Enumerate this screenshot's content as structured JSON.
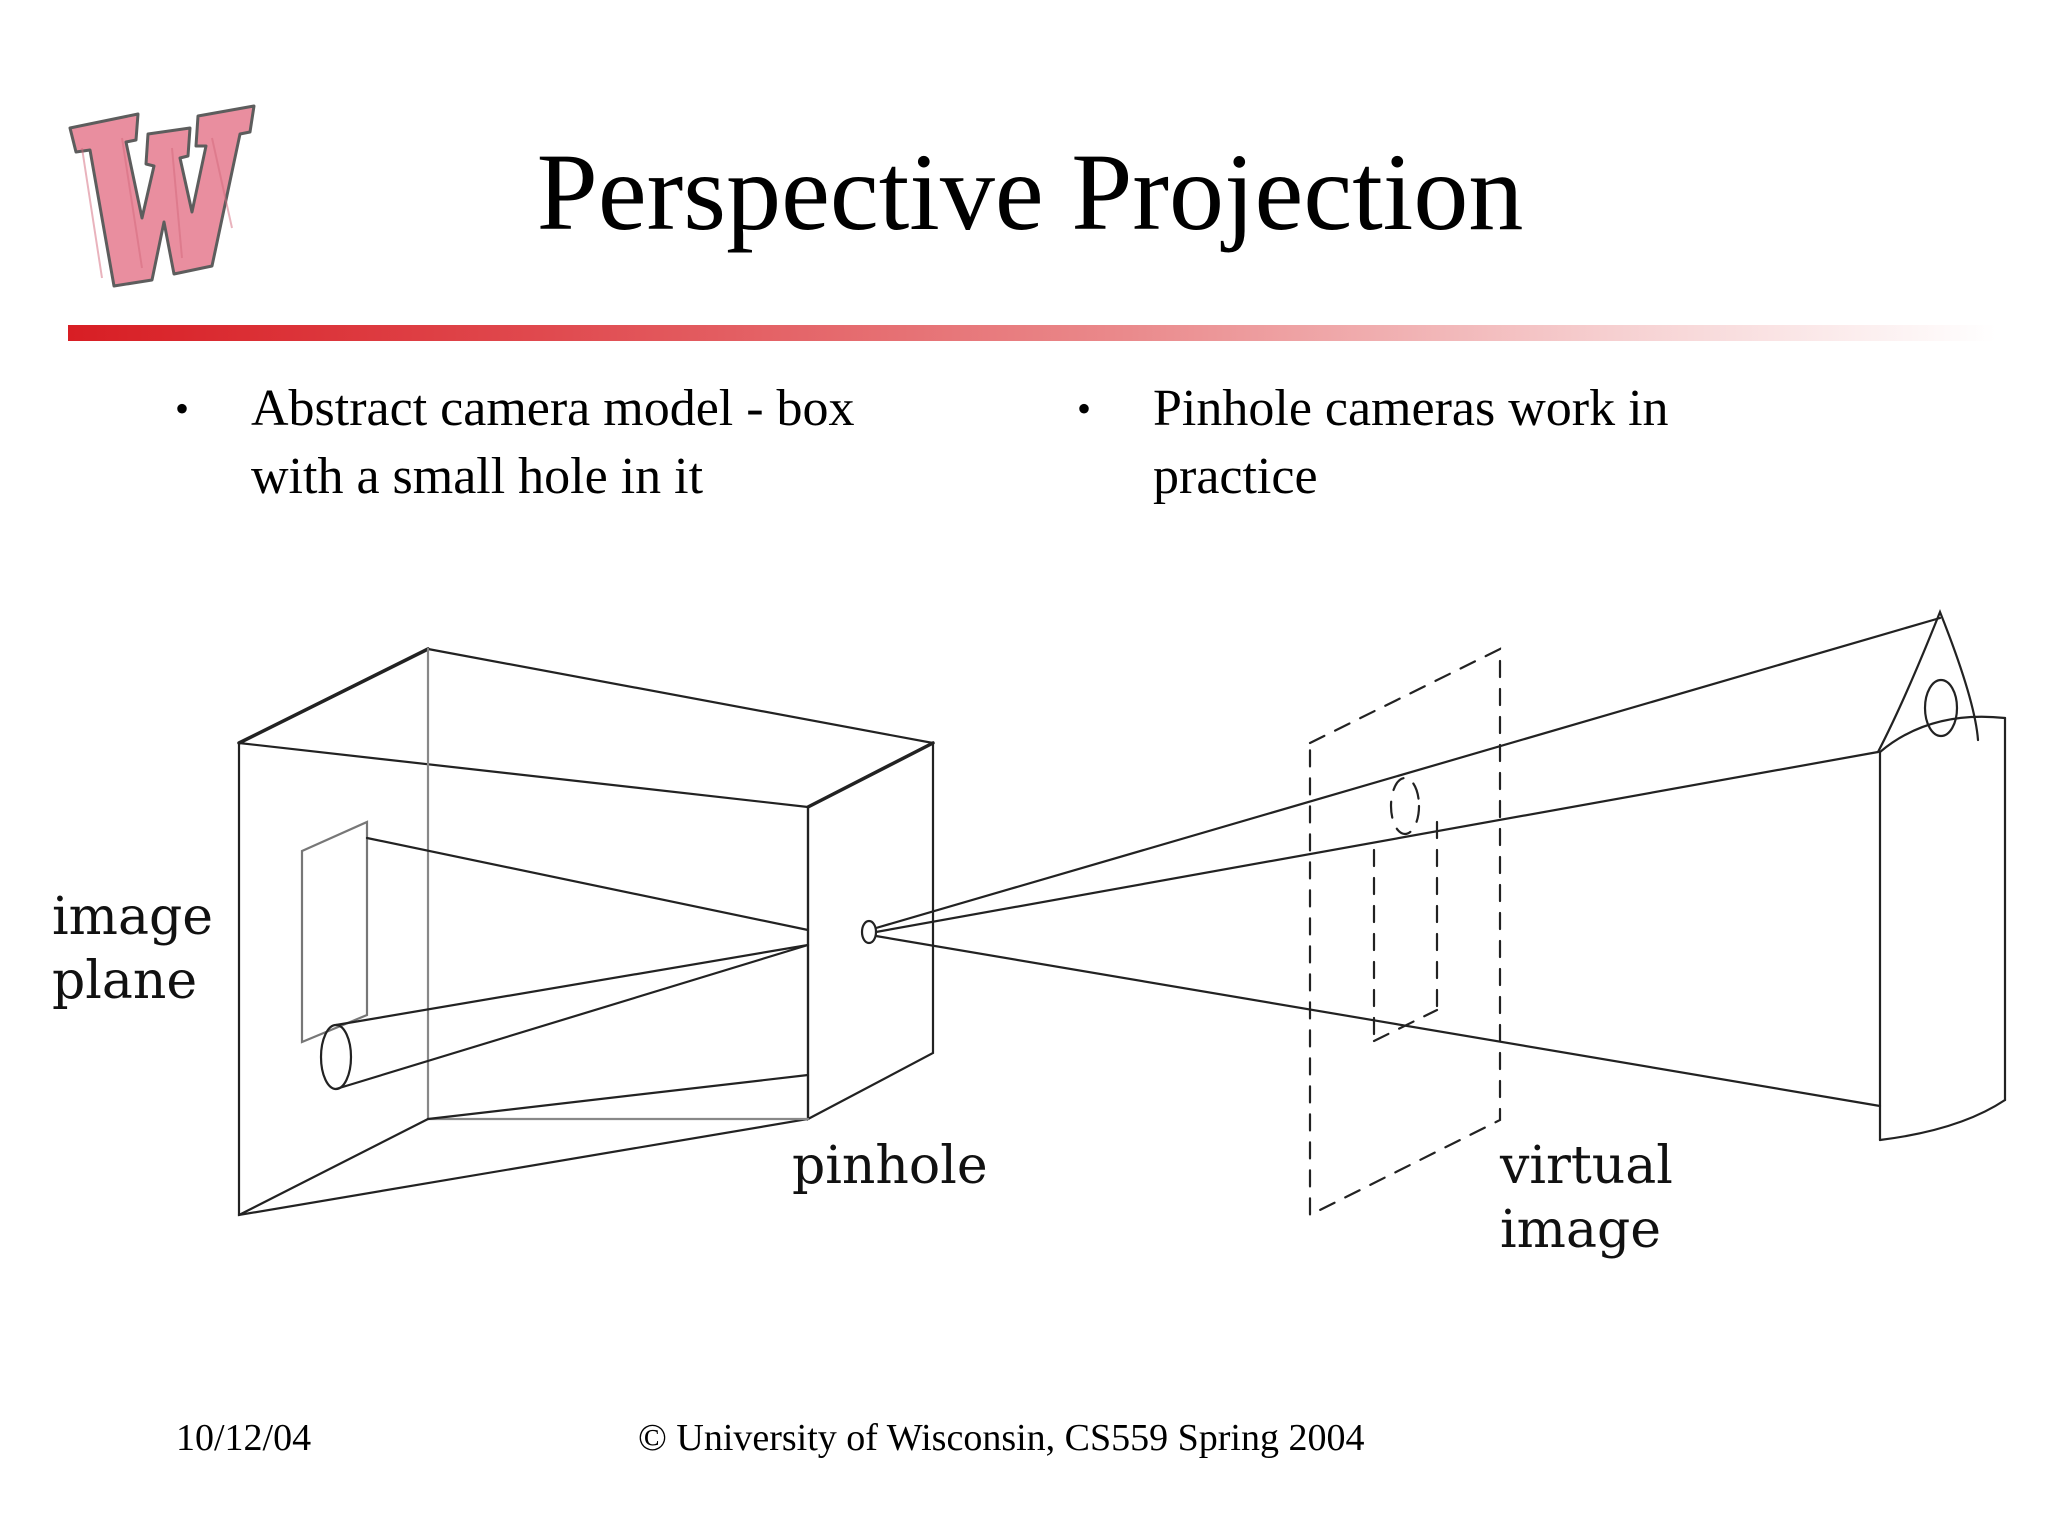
{
  "slide": {
    "title": "Perspective Projection",
    "bullets": [
      {
        "marker": "•",
        "lines": [
          "Abstract camera model - box",
          "with a small hole in it"
        ]
      },
      {
        "marker": "•",
        "lines": [
          "Pinhole cameras work in",
          "practice"
        ]
      }
    ],
    "diagram": {
      "labels": {
        "image_plane": [
          "image",
          "plane"
        ],
        "pinhole": "pinhole",
        "virtual_image": [
          "virtual",
          "image"
        ]
      }
    },
    "footer": {
      "date": "10/12/04",
      "copyright": "© University of Wisconsin, CS559 Spring 2004"
    },
    "colors": {
      "rule_start": "#d81e24",
      "logo_fill": "#e8899a",
      "line": "#222222"
    },
    "logo": {
      "icon": "wisconsin-w-logo-icon"
    }
  }
}
